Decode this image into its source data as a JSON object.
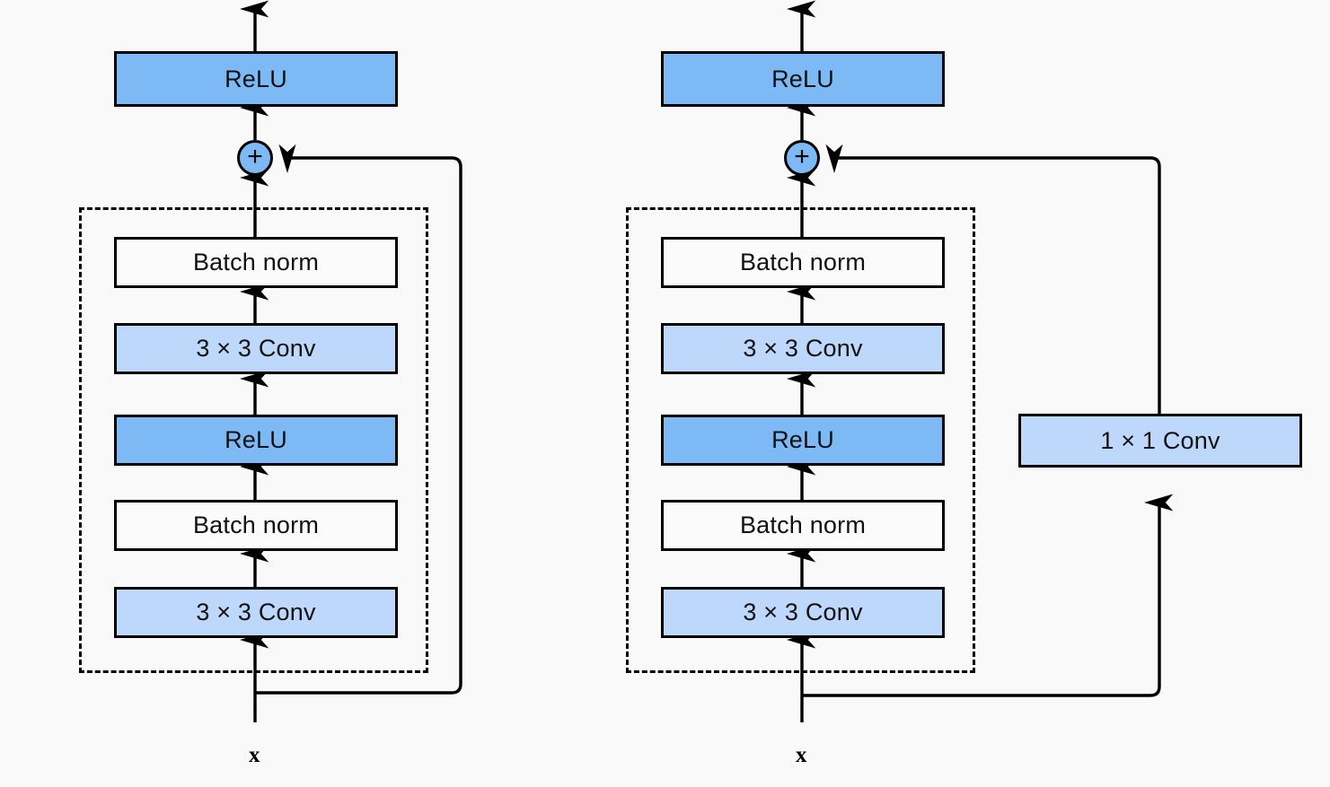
{
  "figure": {
    "background_color": "#f9f9fa",
    "line_color": "#000000",
    "colors": {
      "relu_fill": "#7db9f5",
      "conv_fill": "#bed8fb",
      "norm_fill": "#fbfbfc",
      "border": "#000000"
    }
  },
  "blocks": [
    {
      "id": "left",
      "name": "residual-block-identity",
      "input_label": "x",
      "add_symbol": "+",
      "output_relu": "ReLU",
      "nodes": [
        {
          "label": "Batch norm",
          "style": "white"
        },
        {
          "label": "3 × 3 Conv",
          "style": "conv"
        },
        {
          "label": "ReLU",
          "style": "relu"
        },
        {
          "label": "Batch norm",
          "style": "white"
        },
        {
          "label": "3 × 3 Conv",
          "style": "conv"
        }
      ],
      "shortcut": {
        "type": "identity",
        "label": null
      }
    },
    {
      "id": "right",
      "name": "residual-block-projection",
      "input_label": "x",
      "add_symbol": "+",
      "output_relu": "ReLU",
      "nodes": [
        {
          "label": "Batch norm",
          "style": "white"
        },
        {
          "label": "3 × 3 Conv",
          "style": "conv"
        },
        {
          "label": "ReLU",
          "style": "relu"
        },
        {
          "label": "Batch norm",
          "style": "white"
        },
        {
          "label": "3 × 3 Conv",
          "style": "conv"
        }
      ],
      "shortcut": {
        "type": "projection",
        "label": "1 × 1 Conv"
      }
    }
  ]
}
